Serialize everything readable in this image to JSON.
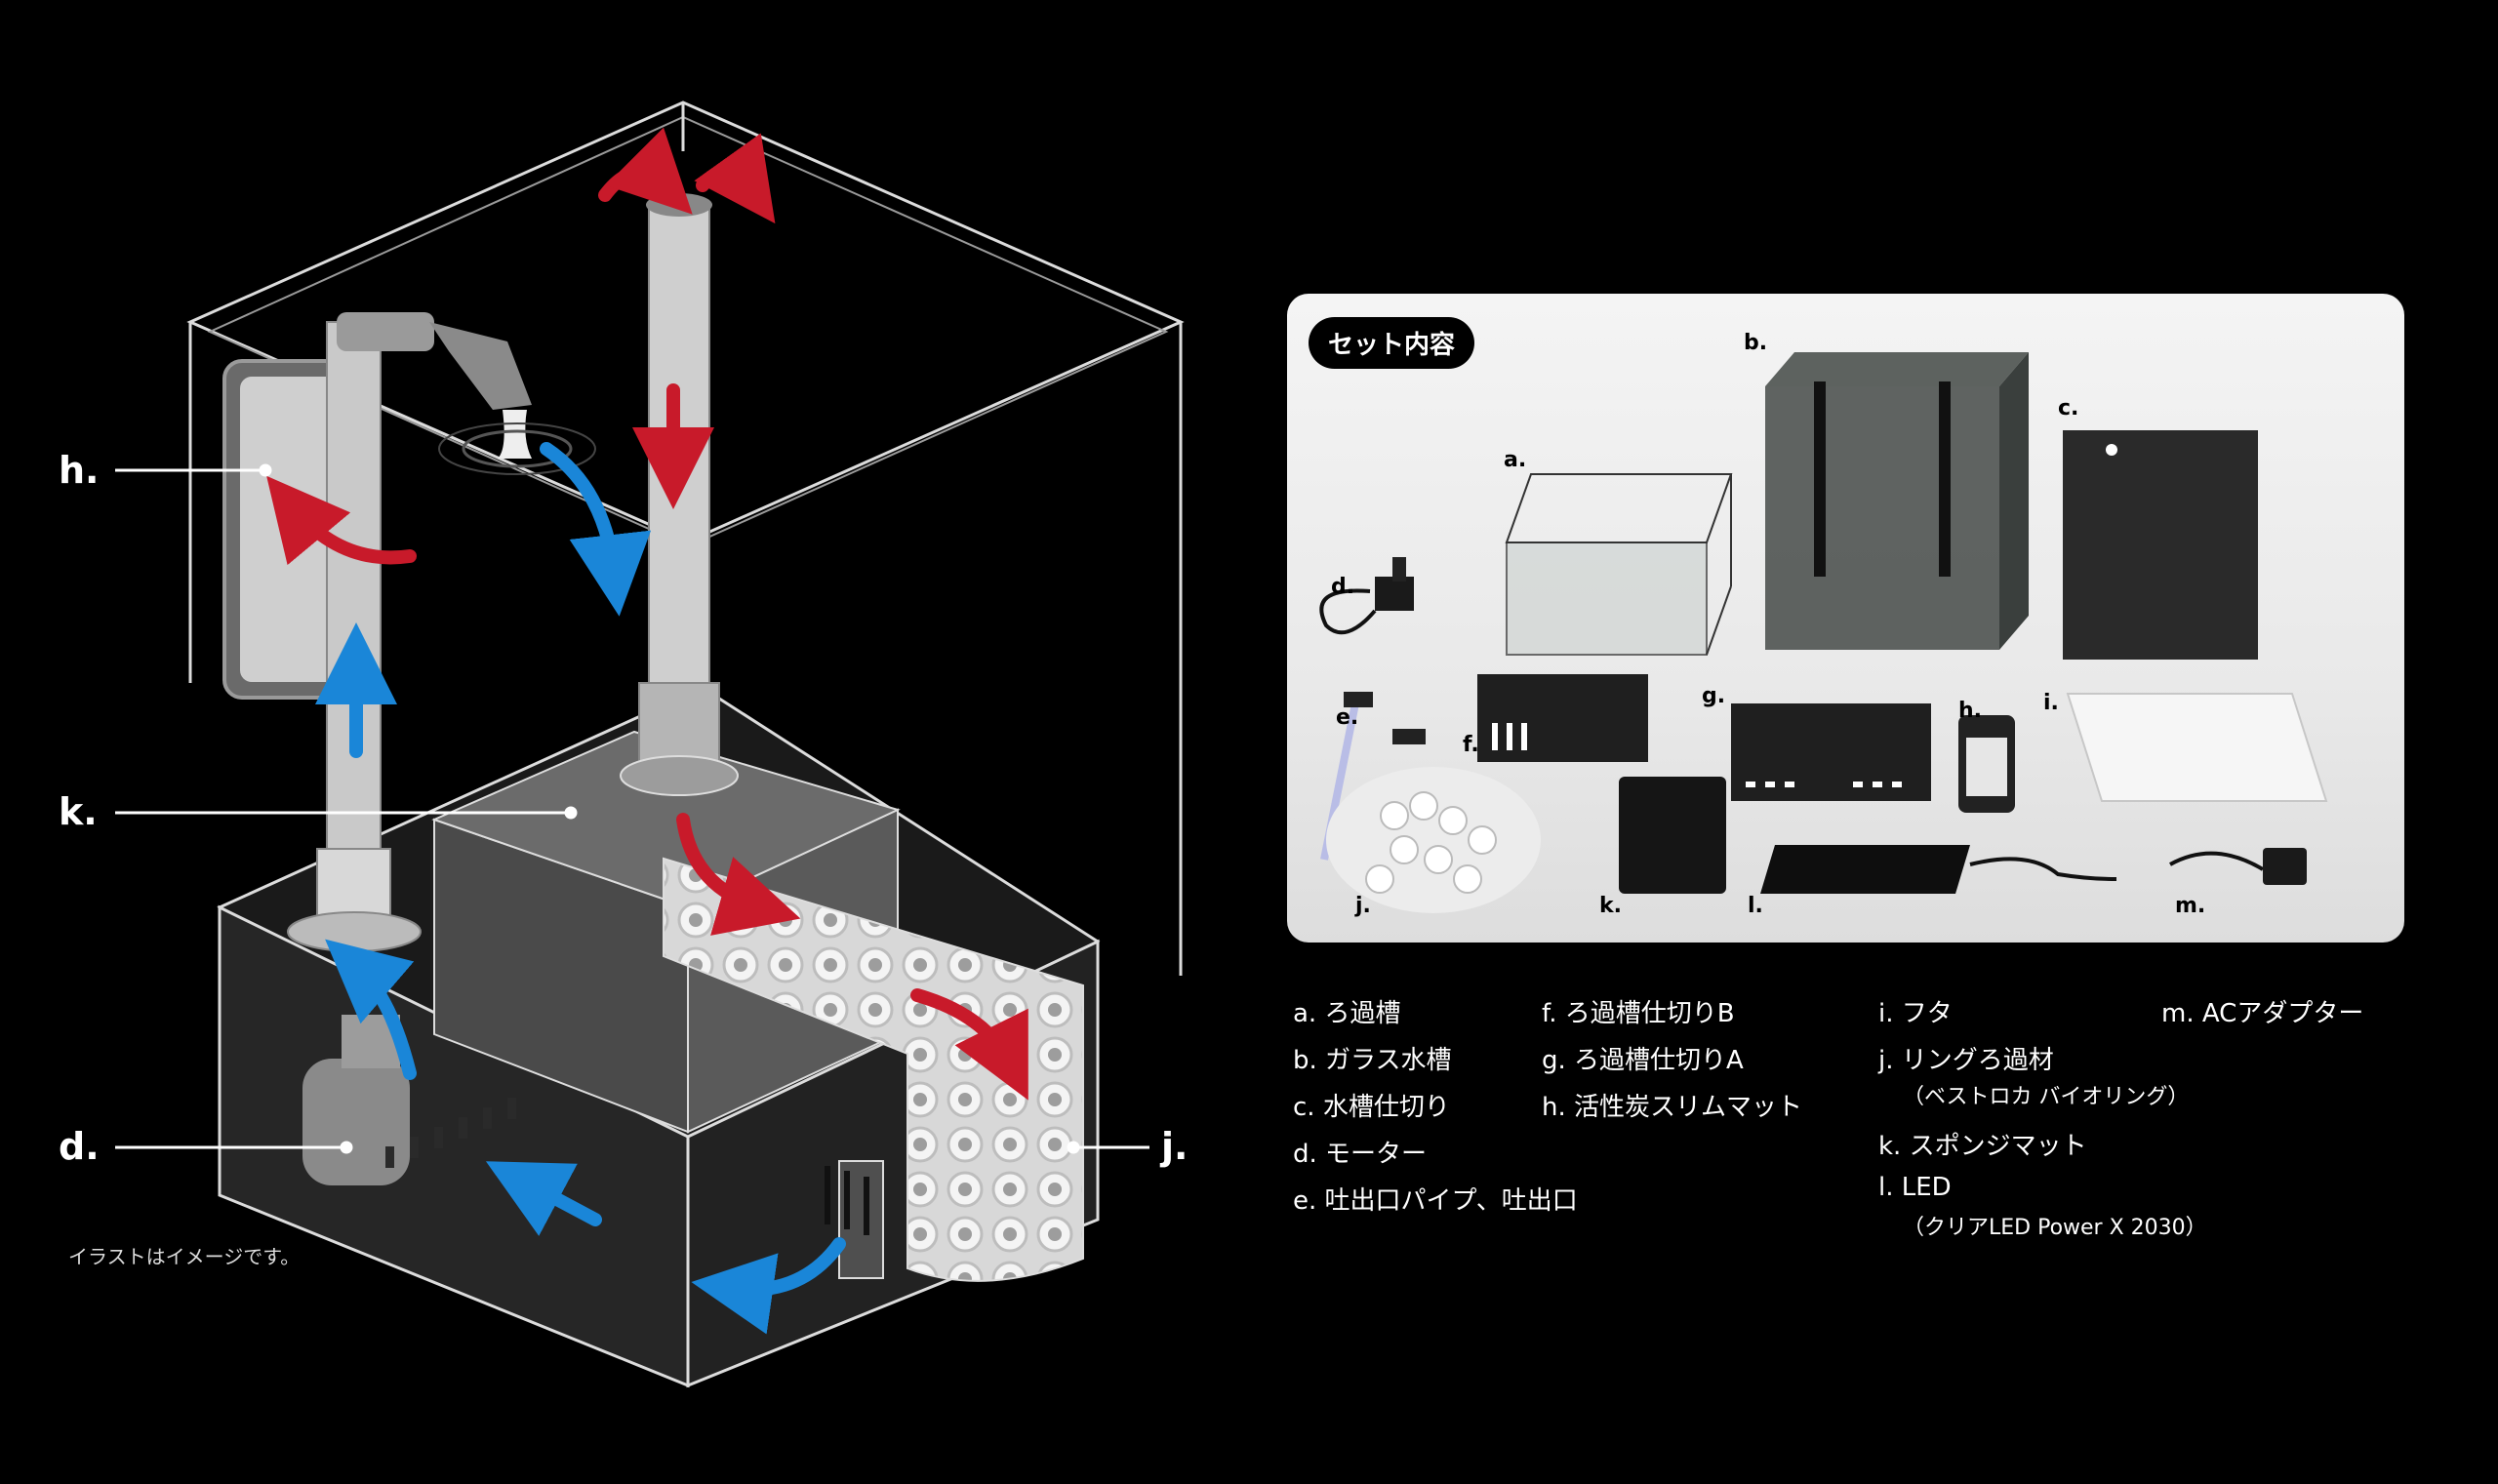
{
  "diagram": {
    "callouts": {
      "h": "h.",
      "k": "k.",
      "d": "d.",
      "j": "j."
    },
    "note": "イラストはイメージです。"
  },
  "contents": {
    "title": "セット内容",
    "photo_labels": {
      "a": "a.",
      "b": "b.",
      "c": "c.",
      "d": "d.",
      "e": "e.",
      "f": "f.",
      "g": "g.",
      "h": "h.",
      "i": "i.",
      "j": "j.",
      "k": "k.",
      "l": "l.",
      "m": "m."
    },
    "items": {
      "a": "a. ろ過槽",
      "b": "b. ガラス水槽",
      "c": "c. 水槽仕切り",
      "d": "d. モーター",
      "e": "e. 吐出口パイプ、吐出口",
      "f": "f. ろ過槽仕切りB",
      "g": "g. ろ過槽仕切りA",
      "h": "h. 活性炭スリムマット",
      "i": "i. フタ",
      "j": "j. リングろ過材",
      "j_sub": "（ベストロカ バイオリング）",
      "k": "k. スポンジマット",
      "l": "l. LED",
      "l_sub": "（クリアLED Power X 2030）",
      "m": "m. ACアダプター"
    }
  }
}
